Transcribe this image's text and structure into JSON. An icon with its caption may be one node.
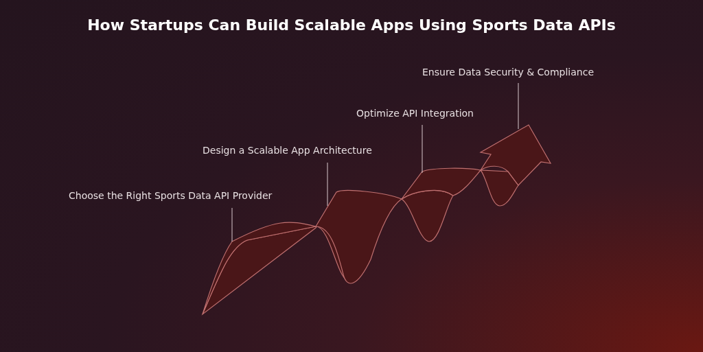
{
  "diagram": {
    "title": "How Startups Can Build Scalable Apps Using Sports Data APIs",
    "nodes": [
      {
        "text": [
          "Choose the Right Sports Data API Provider"
        ]
      },
      {
        "text": [
          "Design a Scalable App Architecture"
        ]
      },
      {
        "text": [
          "Optimize API Integration"
        ]
      },
      {
        "text": [
          "Ensure Data Security & Compliance"
        ]
      }
    ],
    "edges": [
      {
        "from": 0,
        "to": null,
        "arrow": "none"
      },
      {
        "from": 1,
        "to": null,
        "arrow": "none"
      },
      {
        "from": 2,
        "to": null,
        "arrow": "none"
      },
      {
        "from": 3,
        "to": null,
        "arrow": "none"
      }
    ]
  }
}
